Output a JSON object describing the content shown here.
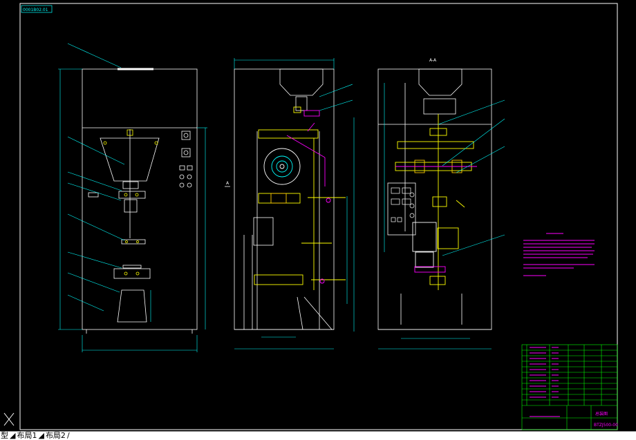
{
  "drawing": {
    "frame_tag": "0001B02.01",
    "section_mark": "A-A",
    "view_arrow": "A",
    "drawing_number": "BTZJ500-00",
    "title_block_name": "总装图"
  },
  "colors": {
    "background": "#000000",
    "outline": "#ffffff",
    "dimension": "#00ffff",
    "component": "#ffff00",
    "accent": "#ff00ff",
    "title_block": "#00ff00",
    "sensor": "#ffcc00"
  },
  "layout_tabs": {
    "model_label": "型",
    "separator_left": "◢",
    "tab1": "布局1",
    "separator_mid": "◢",
    "tab2": "布局2",
    "separator_right": "/"
  }
}
